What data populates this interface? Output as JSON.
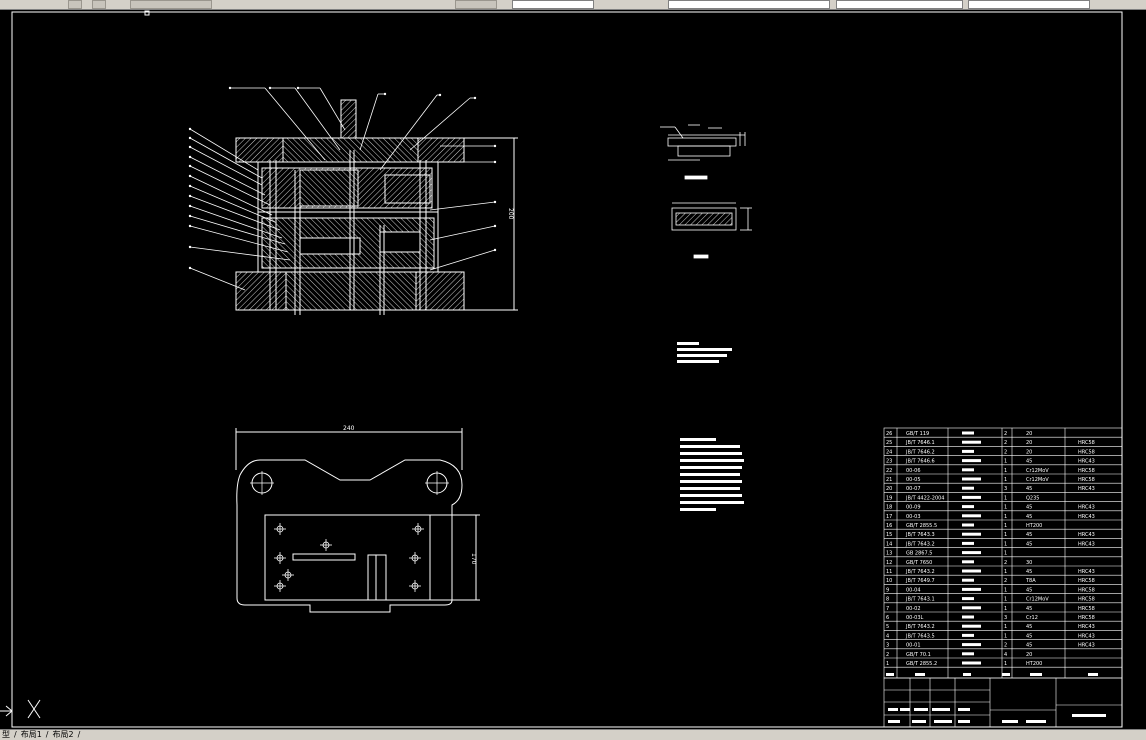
{
  "layout_tabs": [
    "布局1",
    "布局2"
  ],
  "model_tab_label": "型",
  "drawing": {
    "top_width_dim": "240",
    "height_dim_main": "200",
    "height_dim_plan": "170"
  },
  "bom": {
    "rows": [
      {
        "no": "26",
        "code": "GB/T 119",
        "qty": "2",
        "mat": "20",
        "note": ""
      },
      {
        "no": "25",
        "code": "JB/T 7646.1",
        "qty": "2",
        "mat": "20",
        "note": "HRC58"
      },
      {
        "no": "24",
        "code": "JB/T 7646.2",
        "qty": "2",
        "mat": "20",
        "note": "HRC58"
      },
      {
        "no": "23",
        "code": "JB/T 7646.6",
        "qty": "1",
        "mat": "45",
        "note": "HRC43"
      },
      {
        "no": "22",
        "code": "00-06",
        "qty": "1",
        "mat": "Cr12MoV",
        "note": "HRC58"
      },
      {
        "no": "21",
        "code": "00-05",
        "qty": "1",
        "mat": "Cr12MoV",
        "note": "HRC58"
      },
      {
        "no": "20",
        "code": "00-07",
        "qty": "3",
        "mat": "45",
        "note": "HRC43"
      },
      {
        "no": "19",
        "code": "JB/T 4422-2004",
        "qty": "1",
        "mat": "Q235",
        "note": ""
      },
      {
        "no": "18",
        "code": "00-09",
        "qty": "1",
        "mat": "45",
        "note": "HRC43"
      },
      {
        "no": "17",
        "code": "00-03",
        "qty": "1",
        "mat": "45",
        "note": "HRC43"
      },
      {
        "no": "16",
        "code": "GB/T 2855.5",
        "qty": "1",
        "mat": "HT200",
        "note": ""
      },
      {
        "no": "15",
        "code": "JB/T 7643.3",
        "qty": "1",
        "mat": "45",
        "note": "HRC43"
      },
      {
        "no": "14",
        "code": "JB/T 7643.2",
        "qty": "1",
        "mat": "45",
        "note": "HRC43"
      },
      {
        "no": "13",
        "code": "GB 2867.5",
        "qty": "1",
        "mat": "",
        "note": ""
      },
      {
        "no": "12",
        "code": "GB/T 7650",
        "qty": "2",
        "mat": "30",
        "note": ""
      },
      {
        "no": "11",
        "code": "JB/T 7643.2",
        "qty": "1",
        "mat": "45",
        "note": "HRC43"
      },
      {
        "no": "10",
        "code": "JB/T 7649.7",
        "qty": "2",
        "mat": "T8A",
        "note": "HRC58"
      },
      {
        "no": "9",
        "code": "00-04",
        "qty": "1",
        "mat": "45",
        "note": "HRC58"
      },
      {
        "no": "8",
        "code": "JB/T 7643.1",
        "qty": "1",
        "mat": "Cr12MoV",
        "note": "HRC58"
      },
      {
        "no": "7",
        "code": "00-02",
        "qty": "1",
        "mat": "45",
        "note": "HRC58"
      },
      {
        "no": "6",
        "code": "00-03L",
        "qty": "3",
        "mat": "Cr12",
        "note": "HRC58"
      },
      {
        "no": "5",
        "code": "JB/T 7643.2",
        "qty": "1",
        "mat": "45",
        "note": "HRC43"
      },
      {
        "no": "4",
        "code": "JB/T 7643.5",
        "qty": "1",
        "mat": "45",
        "note": "HRC43"
      },
      {
        "no": "3",
        "code": "00-01",
        "qty": "2",
        "mat": "45",
        "note": "HRC43"
      },
      {
        "no": "2",
        "code": "GB/T 70.1",
        "qty": "4",
        "mat": "20",
        "note": ""
      },
      {
        "no": "1",
        "code": "GB/T 2855.2",
        "qty": "1",
        "mat": "HT200",
        "note": ""
      }
    ]
  },
  "colors": {
    "background": "#000000",
    "line": "#ffffff",
    "dim_line": "#ffffff",
    "hatch": "#ffffff",
    "chrome": "#d4d0c8"
  },
  "icons": [
    "ucs-icon",
    "crosshair-icon"
  ]
}
